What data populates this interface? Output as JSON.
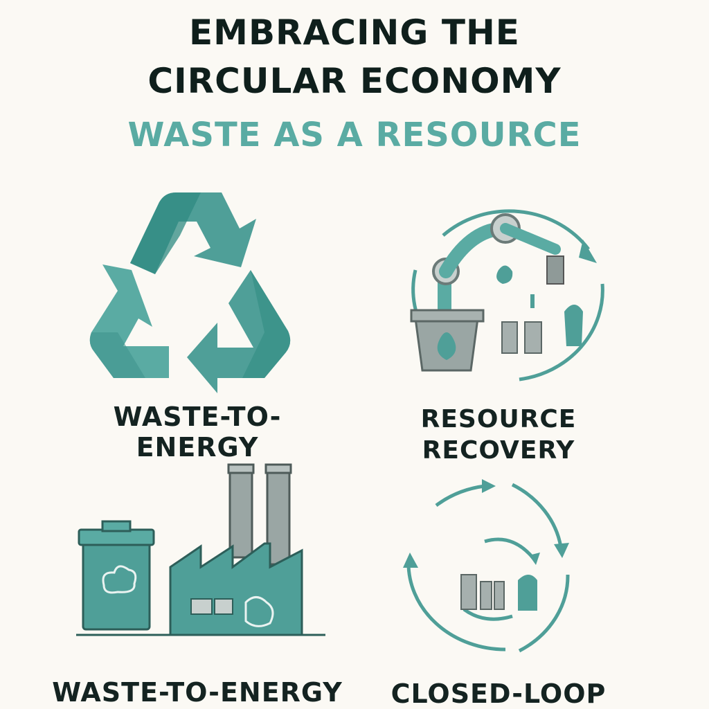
{
  "header": {
    "title_line1": "EMBRACING THE",
    "title_line2": "CIRCULAR ECONOMY",
    "subtitle": "WASTE AS A RESOURCE"
  },
  "panels": {
    "top_left": {
      "label": "WASTE-TO-ENERGY",
      "icon": "recycle-icon"
    },
    "top_right": {
      "label_line1": "RESOURCE",
      "label_line2": "RECOVERY",
      "icon": "robotic-arm-sorting-icon"
    },
    "bottom_left": {
      "label": "WASTE-TO-ENERGY",
      "icon": "factory-with-bin-icon"
    },
    "bottom_right": {
      "label": "CLOSED-LOOP",
      "icon": "cycle-arrows-icon"
    }
  },
  "colors": {
    "background": "#fbf9f4",
    "teal": "#4f9f98",
    "teal_dark": "#2f8a82",
    "teal_light": "#6bb5ad",
    "grey": "#8f9a98",
    "text": "#0f1f1c",
    "subtitle": "#5aaba3"
  }
}
